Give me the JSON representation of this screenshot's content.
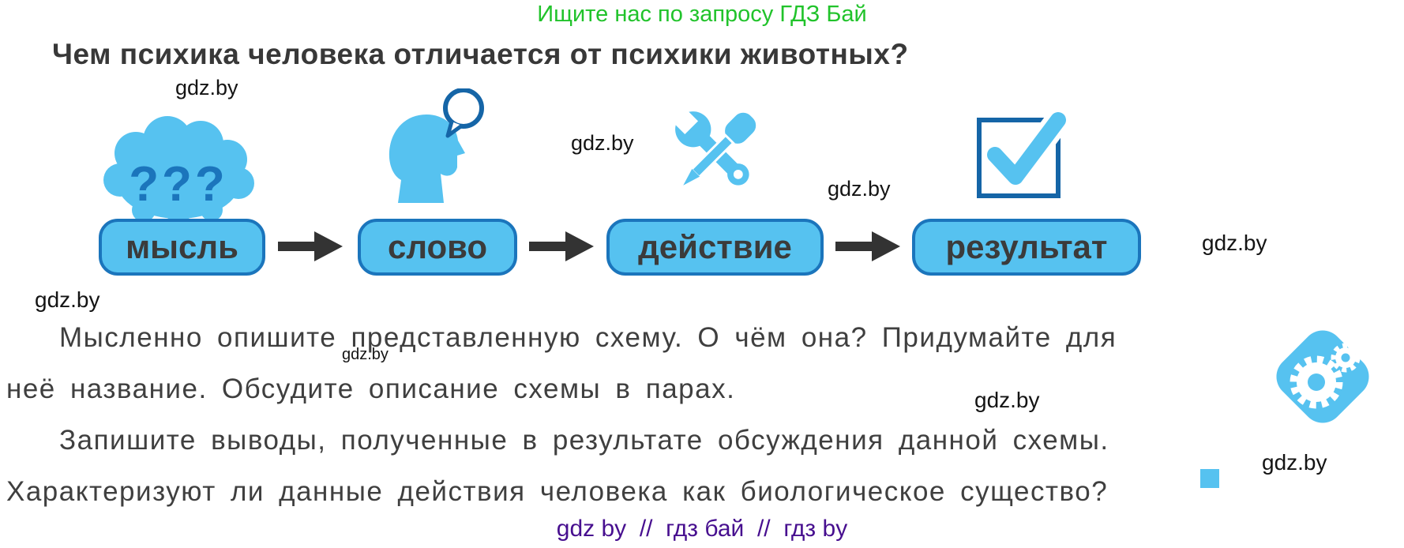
{
  "banner": {
    "text": "Ищите нас по запросу ГДЗ Бай",
    "color": "#21c32b"
  },
  "heading": "Чем психика человека отличается от психики животных?",
  "watermark": {
    "text": "gdz.by"
  },
  "diagram": {
    "cloud_symbols": "???",
    "steps": [
      {
        "label": "мысль",
        "icon": "thought-cloud-icon"
      },
      {
        "label": "слово",
        "icon": "speaking-head-icon"
      },
      {
        "label": "действие",
        "icon": "crossed-tools-icon"
      },
      {
        "label": "результат",
        "icon": "checked-checkbox-icon"
      }
    ],
    "arrow_icon": "right-arrow-icon"
  },
  "task": {
    "lines": [
      "Мысленно опишите представленную схему. О чём она? Придумайте для",
      "неё название. Обсудите описание схемы в парах.",
      "Запишите выводы, полученные в результате обсуждения данной схемы.",
      "Характеризуют ли данные действия человека как биологическое существо?"
    ],
    "end_marker": "blue-square-marker"
  },
  "logo": {
    "icon": "gears-diamond-icon"
  },
  "footer": {
    "text": "gdz by  //  гдз бай  //  гдз by",
    "color": "#470f8f"
  },
  "colors": {
    "light_blue": "#56c2f0",
    "dark_blue": "#1b75bc",
    "green": "#21c32b",
    "purple": "#470f8f",
    "text_dark": "#3f3f3f",
    "arrow_gray": "#333333"
  }
}
